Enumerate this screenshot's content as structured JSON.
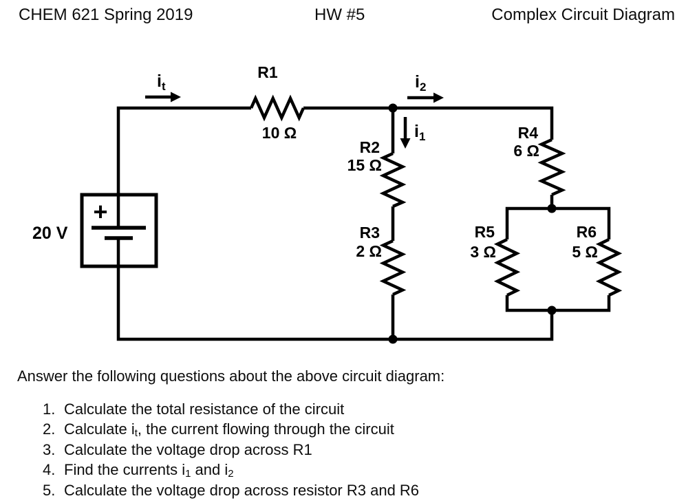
{
  "header": {
    "course": "CHEM 621 Spring 2019",
    "assignment": "HW #5",
    "title": "Complex Circuit Diagram"
  },
  "circuit": {
    "source": {
      "voltage": "20 V",
      "plus": "+"
    },
    "currents": {
      "total": {
        "base": "i",
        "sub": "t"
      },
      "branch1": {
        "base": "i",
        "sub": "1"
      },
      "branch2": {
        "base": "i",
        "sub": "2"
      }
    },
    "resistors": {
      "r1": {
        "name": "R1",
        "value": "10 Ω"
      },
      "r2": {
        "name": "R2",
        "value": "15 Ω"
      },
      "r3": {
        "name": "R3",
        "value": "2 Ω"
      },
      "r4": {
        "name": "R4",
        "value": "6 Ω"
      },
      "r5": {
        "name": "R5",
        "value": "3 Ω"
      },
      "r6": {
        "name": "R6",
        "value": "5 Ω"
      }
    }
  },
  "questions": {
    "intro": "Answer the following questions about the above circuit diagram:",
    "items": [
      {
        "num": "1.",
        "a": "Calculate the total resistance of the circuit"
      },
      {
        "num": "2.",
        "a": "Calculate i",
        "s1": "t",
        "b": ", the current flowing through the circuit"
      },
      {
        "num": "3.",
        "a": "Calculate the voltage drop across R1"
      },
      {
        "num": "4.",
        "a": "Find the currents i",
        "s1": "1",
        "b": " and i",
        "s2": "2"
      },
      {
        "num": "5.",
        "a": "Calculate the voltage drop across resistor R3 and R6"
      }
    ]
  },
  "colors": {
    "ink": "#000000",
    "paper": "#ffffff"
  }
}
